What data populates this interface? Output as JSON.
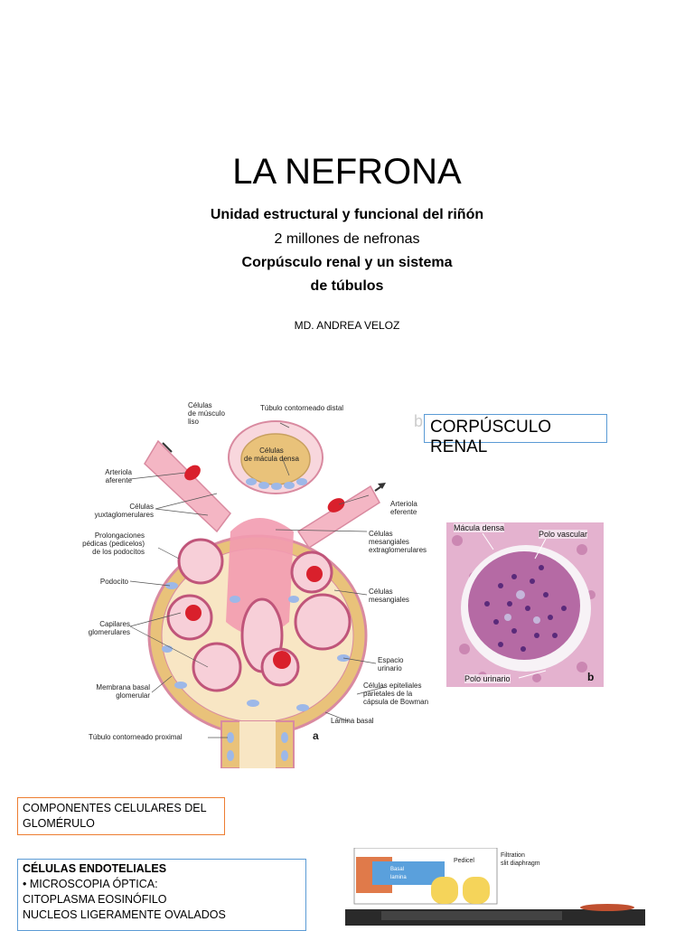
{
  "header": {
    "title": "LA NEFRONA",
    "line1": "Unidad estructural y funcional del riñón",
    "line2": "2 millones de nefronas",
    "line3": "Corpúsculo renal y un sistema",
    "line4": "de túbulos",
    "author": "MD. ANDREA VELOZ"
  },
  "boxes": {
    "corpusculo": "CORPÚSCULO RENAL",
    "componentes_1": "COMPONENTES CELULARES DEL",
    "componentes_2": "GLOMÉRULO",
    "endo_title": "CÉLULAS ENDOTELIALES",
    "endo_bullet": "•    MICROSCOPIA ÓPTICA:",
    "endo_line1": "CITOPLASMA EOSINÓFILO",
    "endo_line2": "NUCLEOS LIGERAMENTE OVALADOS"
  },
  "diagram": {
    "labels": {
      "celulas_musculo_1": "Células",
      "celulas_musculo_2": "de músculo",
      "celulas_musculo_3": "liso",
      "tubulo_distal": "Túbulo contorneado distal",
      "macula_1": "Células",
      "macula_2": "de mácula densa",
      "arteriola_aferente_1": "Arteriola",
      "arteriola_aferente_2": "aferente",
      "yuxta_1": "Células",
      "yuxta_2": "yuxtaglomerulares",
      "arteriola_eferente_1": "Arteriola",
      "arteriola_eferente_2": "eferente",
      "prolong_1": "Prolongaciones",
      "prolong_2": "pédicas (pedicelos)",
      "prolong_3": "de los podocitos",
      "mesang_extra_1": "Células",
      "mesang_extra_2": "mesangiales",
      "mesang_extra_3": "extraglomerulares",
      "podocito": "Podocito",
      "mesang_1": "Células",
      "mesang_2": "mesangiales",
      "capilares_1": "Capilares",
      "capilares_2": "glomerulares",
      "espacio_1": "Espacio",
      "espacio_2": "urinario",
      "membrana_1": "Membrana basal",
      "membrana_2": "glomerular",
      "parietales_1": "Células epiteliales",
      "parietales_2": "parietales de la",
      "parietales_3": "cápsula de Bowman",
      "lamina": "Lámina basal",
      "tubulo_proximal": "Túbulo contorneado proximal",
      "fig_a": "a",
      "fig_b_faint": "b"
    }
  },
  "histology": {
    "macula": "Mácula densa",
    "polo_vascular": "Polo vascular",
    "polo_urinario": "Polo urinario",
    "fig_b": "b"
  },
  "bottom_figure": {
    "pedicel": "Pedicel",
    "basal_1": "Basal",
    "basal_2": "lamina",
    "filtration_1": "Filtration",
    "filtration_2": "slit diaphragm"
  }
}
